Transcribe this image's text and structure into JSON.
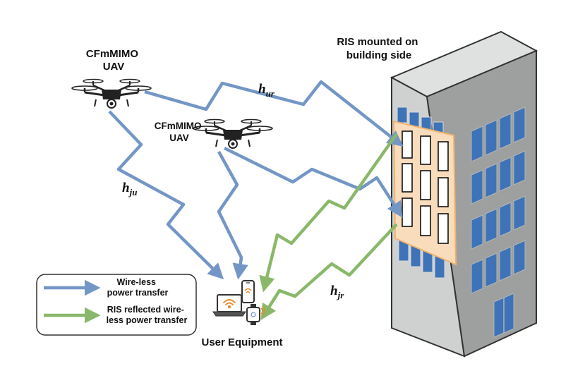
{
  "labels": {
    "uav_1": [
      "CFmMIMO",
      "UAV"
    ],
    "uav_2": [
      "CFmMIMO",
      "UAV"
    ],
    "ris": [
      "RIS mounted on",
      "building side"
    ],
    "user_equipment": "User Equipment"
  },
  "channels": {
    "h_ur": {
      "base": "h",
      "sub": "ur"
    },
    "h_ju": {
      "base": "h",
      "sub": "ju"
    },
    "h_jr": {
      "base": "h",
      "sub": "jr"
    }
  },
  "legend": {
    "items": [
      {
        "lines": [
          "Wire-less",
          "power transfer"
        ],
        "color": "#7396c6"
      },
      {
        "lines": [
          "RIS reflected wire-",
          "less power transfer"
        ],
        "color": "#8ab86a"
      }
    ]
  },
  "colors": {
    "blue_arrow": "#7396c6",
    "green_arrow": "#8ab86a",
    "building_front": "#cfd1d0",
    "building_side": "#9ea0a0",
    "building_top": "#dfe1e1",
    "window": "#3e73b8",
    "ris_panel": "#f9dcbc",
    "ris_border": "#f0b46e"
  },
  "icons": [
    "drone-icon",
    "laptop-icon",
    "smartphone-icon",
    "smartwatch-icon",
    "wifi-icon",
    "building-icon"
  ]
}
